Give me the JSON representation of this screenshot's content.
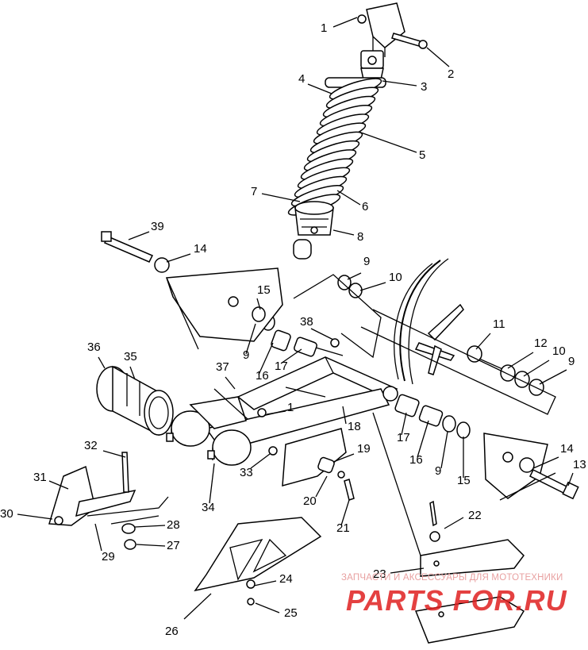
{
  "callouts": [
    {
      "label": "1"
    },
    {
      "label": "2"
    },
    {
      "label": "3"
    },
    {
      "label": "4"
    },
    {
      "label": "5"
    },
    {
      "label": "6"
    },
    {
      "label": "7"
    },
    {
      "label": "8"
    },
    {
      "label": "9"
    },
    {
      "label": "10"
    },
    {
      "label": "39"
    },
    {
      "label": "14"
    },
    {
      "label": "15"
    },
    {
      "label": "38"
    },
    {
      "label": "11"
    },
    {
      "label": "12"
    },
    {
      "label": "10"
    },
    {
      "label": "9"
    },
    {
      "label": "36"
    },
    {
      "label": "35"
    },
    {
      "label": "37"
    },
    {
      "label": "9"
    },
    {
      "label": "16"
    },
    {
      "label": "17"
    },
    {
      "label": "1"
    },
    {
      "label": "18"
    },
    {
      "label": "17"
    },
    {
      "label": "16"
    },
    {
      "label": "9"
    },
    {
      "label": "15"
    },
    {
      "label": "14"
    },
    {
      "label": "13"
    },
    {
      "label": "32"
    },
    {
      "label": "31"
    },
    {
      "label": "30"
    },
    {
      "label": "33"
    },
    {
      "label": "34"
    },
    {
      "label": "19"
    },
    {
      "label": "20"
    },
    {
      "label": "21"
    },
    {
      "label": "22"
    },
    {
      "label": "28"
    },
    {
      "label": "27"
    },
    {
      "label": "29"
    },
    {
      "label": "23"
    },
    {
      "label": "24"
    },
    {
      "label": "25"
    },
    {
      "label": "26"
    }
  ],
  "watermark": {
    "line1": "ЗАПЧАСТИ И АКСЕССУАРЫ ДЛЯ МОТОТЕХНИКИ",
    "line2": "PARTS FOR.RU",
    "color": "#e02020"
  }
}
